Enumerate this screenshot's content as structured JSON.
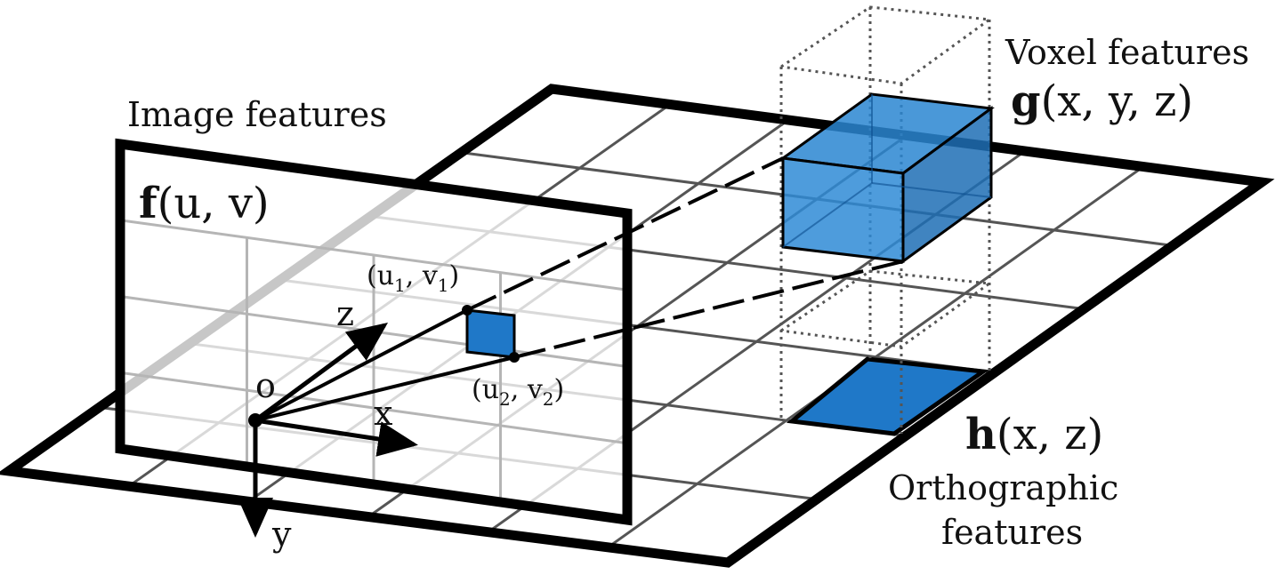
{
  "labels": {
    "image_features": "Image features",
    "voxel_features": "Voxel features",
    "orthographic_line1": "Orthographic",
    "orthographic_line2": "features"
  },
  "functions": {
    "image": {
      "name": "f",
      "args": "(u, v)"
    },
    "voxel": {
      "name": "g",
      "args": "(x, y, z)"
    },
    "ortho": {
      "name": "h",
      "args": "(x, z)"
    }
  },
  "points": {
    "p1": {
      "open": "(u",
      "sub": "1",
      "mid": ", v",
      "sub2": "1",
      "close": ")"
    },
    "p2": {
      "open": "(u",
      "sub": "2",
      "mid": ", v",
      "sub2": "2",
      "close": ")"
    }
  },
  "axes": {
    "origin": "o",
    "x": "x",
    "y": "y",
    "z": "z"
  },
  "colors": {
    "feature_blue": "#1f78c8",
    "feature_blue_dark": "#0d5ea8",
    "outline": "#000000",
    "grid": "#555555"
  }
}
